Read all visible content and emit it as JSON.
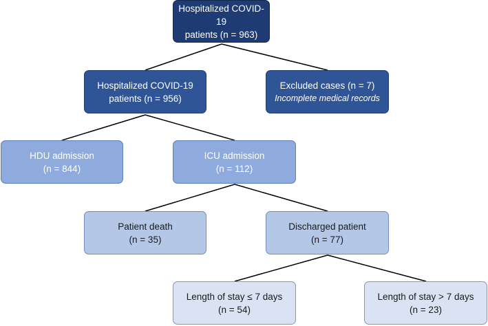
{
  "nodes": {
    "root": {
      "line1": "Hospitalized COVID-19",
      "line2": "patients (n = 963)"
    },
    "hosp": {
      "line1": "Hospitalized COVID-19",
      "line2": "patients (n = 956)"
    },
    "excl": {
      "line1": "Excluded cases (n = 7)",
      "note": "Incomplete medical records"
    },
    "hdu": {
      "line1": "HDU admission",
      "line2": "(n = 844)"
    },
    "icu": {
      "line1": "ICU admission",
      "line2": "(n = 112)"
    },
    "death": {
      "line1": "Patient death",
      "line2": "(n = 35)"
    },
    "disc": {
      "line1": "Discharged patient",
      "line2": "(n = 77)"
    },
    "los1": {
      "line1": "Length of stay ≤ 7 days",
      "line2": "(n = 54)"
    },
    "los2": {
      "line1": "Length of stay > 7 days",
      "line2": "(n = 23)"
    }
  },
  "colors": {
    "level1": "#1f3b73",
    "level2": "#2f5597",
    "level3": "#8faadc",
    "level4": "#b4c7e7",
    "level5": "#dae3f3",
    "connector": "#000000"
  }
}
